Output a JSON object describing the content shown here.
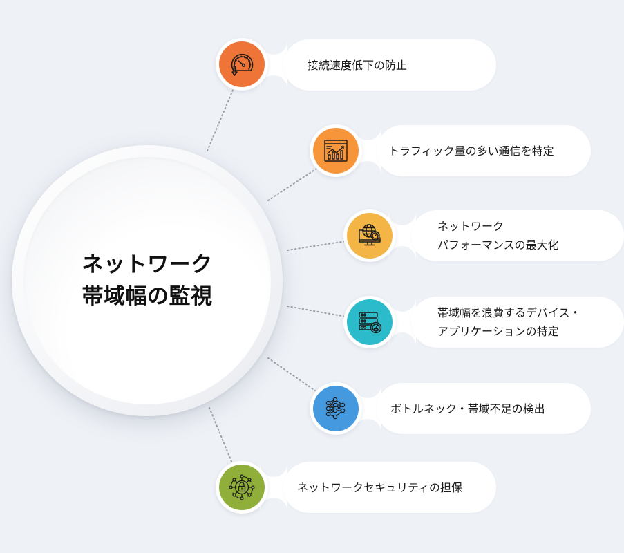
{
  "hub": {
    "title_line1": "ネットワーク",
    "title_line2": "帯域幅の監視"
  },
  "items": [
    {
      "label": "接続速度低下の防止",
      "icon": "speedometer-down-icon",
      "color": "#ef7438"
    },
    {
      "label": "トラフィック量の多い通信を特定",
      "icon": "browser-chart-icon",
      "color": "#f7953a"
    },
    {
      "label": "ネットワーク\nパフォーマンスの最大化",
      "icon": "monitor-globe-gauge-icon",
      "color": "#f3b545"
    },
    {
      "label": "帯域幅を浪費するデバイス・\nアプリケーションの特定",
      "icon": "server-gauge-icon",
      "color": "#2bbbcb"
    },
    {
      "label": "ボトルネック・帯域不足の検出",
      "icon": "neural-network-icon",
      "color": "#4599df"
    },
    {
      "label": "ネットワークセキュリティの担保",
      "icon": "network-lock-icon",
      "color": "#8fae3a"
    }
  ],
  "colors": {
    "background": "#eef1f6",
    "pill": "#ffffff",
    "connector": "#9aa1ab",
    "text": "#1a1a1a"
  }
}
